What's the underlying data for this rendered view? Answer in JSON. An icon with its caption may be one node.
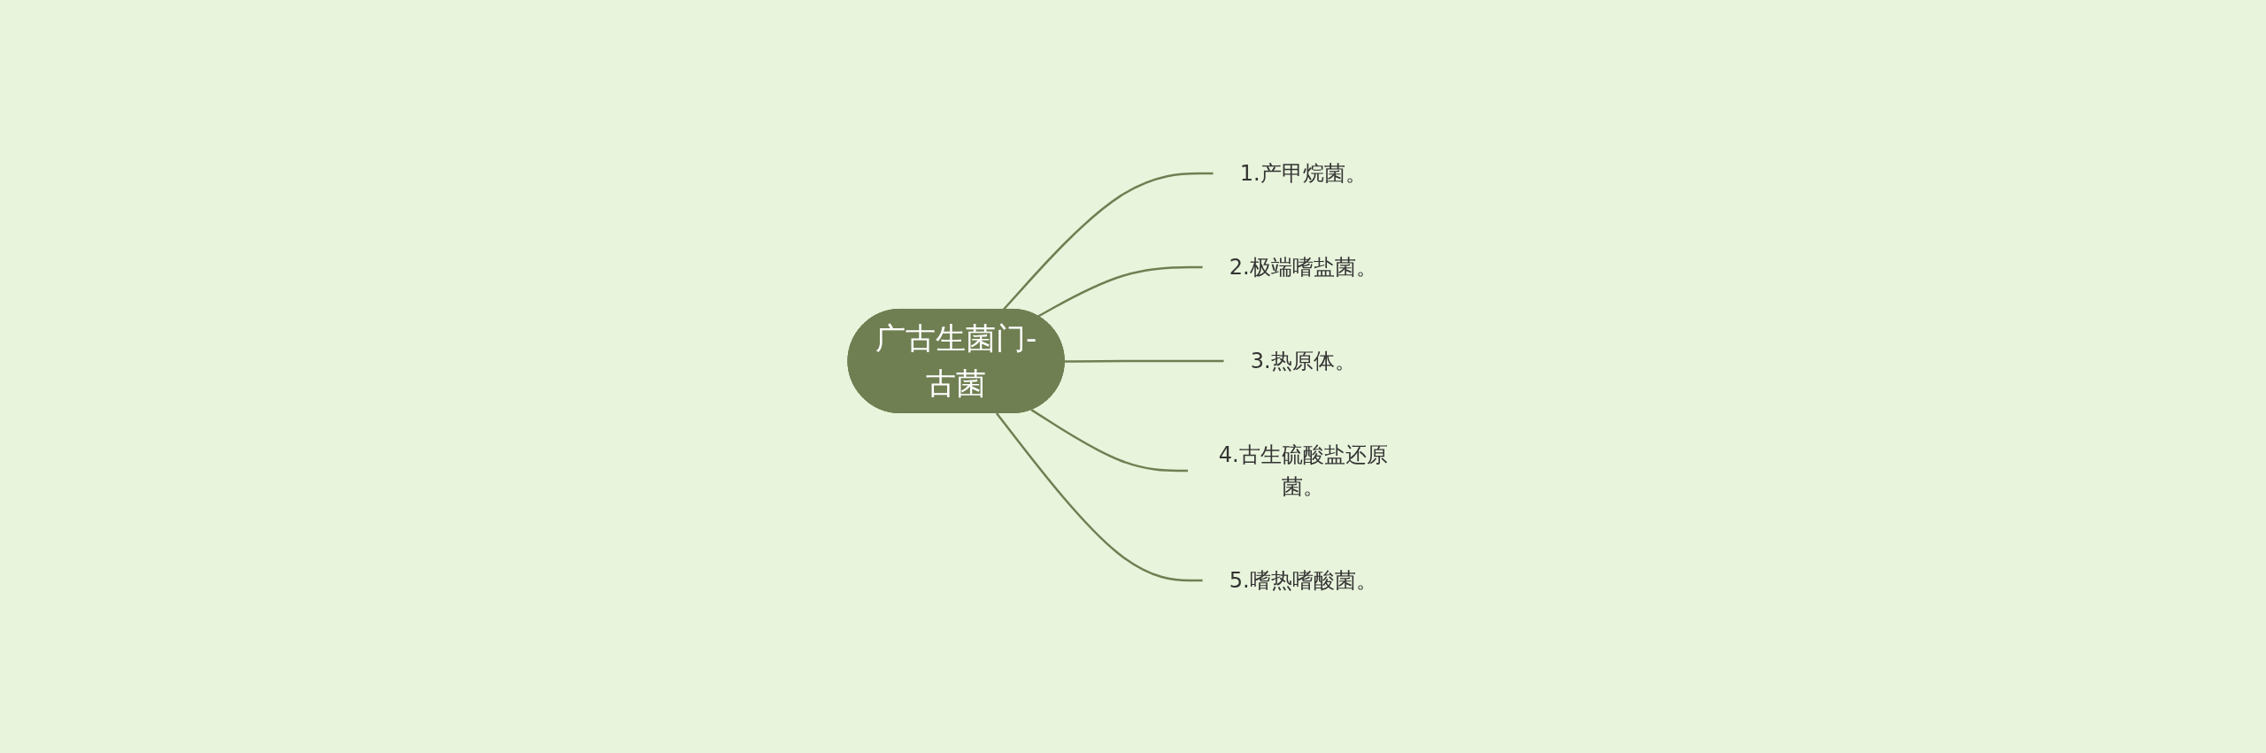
{
  "diagram": {
    "nodes": [
      {
        "text": [
          "广古生菌门-古菌"
        ]
      },
      {
        "text": [
          "1.产甲烷菌。"
        ]
      },
      {
        "text": [
          "2.极端嗜盐菌。"
        ]
      },
      {
        "text": [
          "3.热原体。"
        ]
      },
      {
        "text": [
          "4.古生硫酸盐还原菌。"
        ]
      },
      {
        "text": [
          "5.嗜热嗜酸菌。"
        ]
      }
    ],
    "edges": [
      {
        "from": 0,
        "to": 1,
        "arrow": "none"
      },
      {
        "from": 0,
        "to": 2,
        "arrow": "none"
      },
      {
        "from": 0,
        "to": 3,
        "arrow": "none"
      },
      {
        "from": 0,
        "to": 4,
        "arrow": "none"
      },
      {
        "from": 0,
        "to": 5,
        "arrow": "none"
      }
    ]
  }
}
